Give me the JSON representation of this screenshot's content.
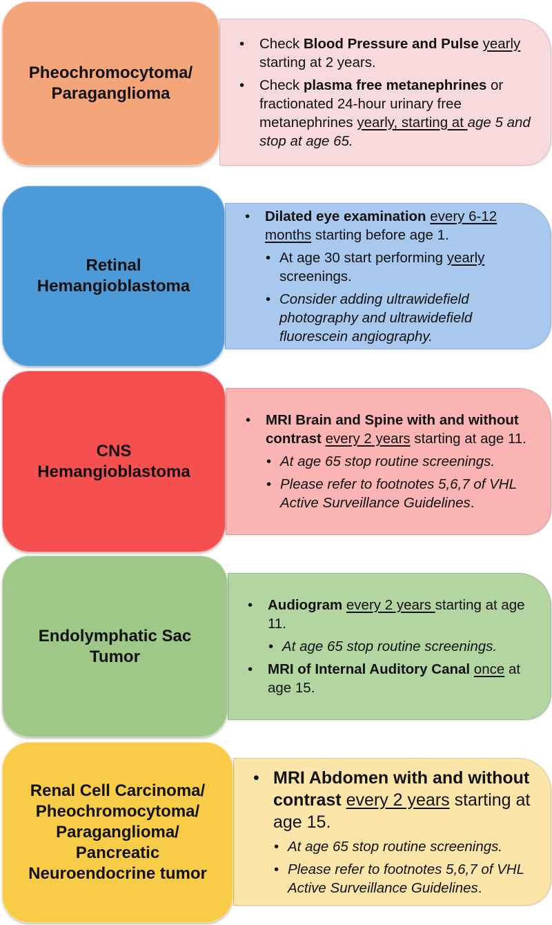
{
  "sections": [
    {
      "title_lines": [
        "Pheochromocytoma/",
        "Paraganglioma"
      ],
      "colors": {
        "left": "#F4A67A",
        "right": "#F8D9DC"
      },
      "bullets": [
        {
          "parts": [
            {
              "t": "Check "
            },
            {
              "t": "Blood Pressure and Pulse",
              "s": "b"
            },
            {
              "t": " "
            },
            {
              "t": "yearly",
              "s": "u"
            },
            {
              "t": " starting at 2 years."
            }
          ]
        },
        {
          "parts": [
            {
              "t": "Check "
            },
            {
              "t": "plasma free metanephrines",
              "s": "b"
            },
            {
              "t": " or fractionated 24-hour urinary free metanephrines "
            },
            {
              "t": "yearly, starting at ",
              "s": "u"
            },
            {
              "t": "age 5 and stop at age 65.",
              "s": "i"
            }
          ]
        }
      ],
      "subbullets": []
    },
    {
      "title_lines": [
        "Retinal",
        "Hemangioblastoma"
      ],
      "colors": {
        "left": "#4D9AD8",
        "right": "#A8C8EE"
      },
      "bullets": [
        {
          "parts": [
            {
              "t": "Dilated eye examination",
              "s": "b"
            },
            {
              "t": " "
            },
            {
              "t": "every 6-12 months",
              "s": "u"
            },
            {
              "t": " starting before age 1."
            }
          ]
        }
      ],
      "subbullets": [
        {
          "parts": [
            {
              "t": "At age 30 start performing "
            },
            {
              "t": "yearly",
              "s": "u"
            },
            {
              "t": " screenings."
            }
          ]
        },
        {
          "parts": [
            {
              "t": "Consider adding ultrawidefield photography and ultrawidefield fluorescein angiography.",
              "s": "i"
            }
          ]
        }
      ]
    },
    {
      "title_lines": [
        "CNS",
        "Hemangioblastoma"
      ],
      "colors": {
        "left": "#F5504F",
        "right": "#FAB4B4"
      },
      "bullets": [
        {
          "parts": [
            {
              "t": "MRI Brain and Spine with and without contrast",
              "s": "b"
            },
            {
              "t": " "
            },
            {
              "t": "every 2 years",
              "s": "u"
            },
            {
              "t": " starting at age 11."
            }
          ]
        }
      ],
      "subbullets": [
        {
          "parts": [
            {
              "t": "At age 65 stop routine screenings.",
              "s": "i"
            }
          ]
        },
        {
          "parts": [
            {
              "t": "Please refer to footnotes 5,6,7 of VHL Active Surveillance Guidelines",
              "s": "i"
            },
            {
              "t": "."
            }
          ]
        }
      ]
    },
    {
      "title_lines": [
        "Endolymphatic Sac",
        "Tumor"
      ],
      "colors": {
        "left": "#9FC787",
        "right": "#B3D5A2"
      },
      "bullets": [
        {
          "parts": [
            {
              "t": "Audiogram",
              "s": "b"
            },
            {
              "t": " "
            },
            {
              "t": "every 2 years ",
              "s": "u"
            },
            {
              "t": "starting at age 11."
            }
          ]
        }
      ],
      "subbullets": [
        {
          "parts": [
            {
              "t": "At age 65 stop routine screenings.",
              "s": "i"
            }
          ]
        }
      ],
      "bullets_after": [
        {
          "parts": [
            {
              "t": " MRI of Internal Auditory Canal",
              "s": "b"
            },
            {
              "t": " "
            },
            {
              "t": "once",
              "s": "u"
            },
            {
              "t": " at age 15."
            }
          ]
        }
      ]
    },
    {
      "title_lines": [
        "Renal Cell Carcinoma/",
        "Pheochromocytoma/",
        "Paraganglioma/",
        "Pancreatic",
        "Neuroendocrine tumor"
      ],
      "colors": {
        "left": "#F8CC47",
        "right": "#FCE5A9"
      },
      "bullets": [
        {
          "parts": [
            {
              "t": "MRI Abdomen with and without contrast",
              "s": "b"
            },
            {
              "t": " "
            },
            {
              "t": "every 2 years",
              "s": "u"
            },
            {
              "t": " starting at age 15."
            }
          ]
        }
      ],
      "subbullets": [
        {
          "parts": [
            {
              "t": "At age 65 stop routine screenings.",
              "s": "i"
            }
          ]
        },
        {
          "parts": [
            {
              "t": "Please refer to footnotes 5,6,7 of VHL Active Surveillance Guidelines",
              "s": "i"
            },
            {
              "t": "."
            }
          ]
        }
      ]
    }
  ]
}
